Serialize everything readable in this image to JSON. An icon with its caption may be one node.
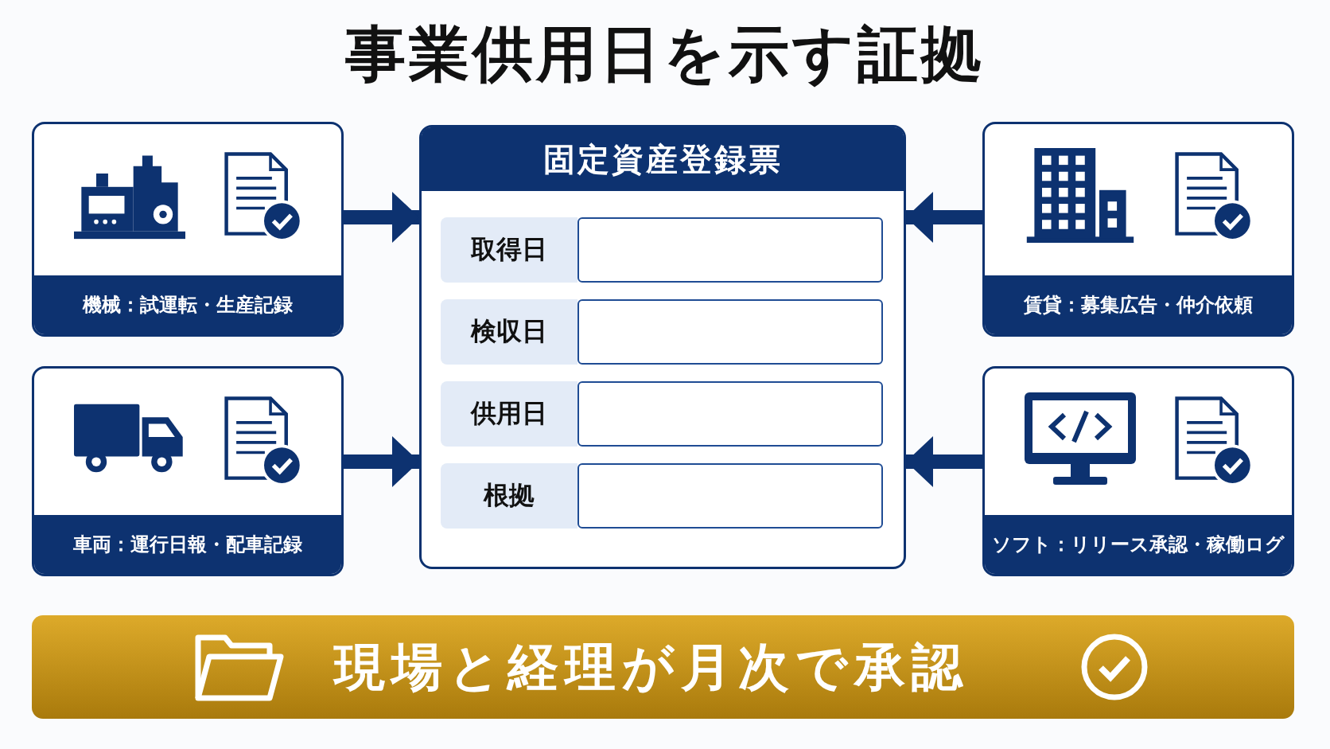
{
  "diagram": {
    "title": "事業供用日を示す証拠",
    "nodes": [
      {
        "text": [
          "機械：試運転・生産記録"
        ]
      },
      {
        "text": [
          "固定資産登録票"
        ]
      },
      {
        "text": [
          "取得日"
        ],
        "in": 1
      },
      {
        "text": [
          "検収日"
        ],
        "in": 1
      },
      {
        "text": [
          "供用日"
        ],
        "in": 1
      },
      {
        "text": [
          "根拠"
        ],
        "in": 1
      },
      {
        "text": [
          "賃貸：募集広告・仲介依頼"
        ]
      },
      {
        "text": [
          "車両：運行日報・配車記録"
        ]
      },
      {
        "text": [
          "ソフト：リリース承認・稼働ログ"
        ]
      },
      {
        "text": [
          "現場と経理が月次で承認"
        ]
      }
    ],
    "edges": [
      {
        "from": 0,
        "to": 1,
        "arrow": "to"
      },
      {
        "from": 7,
        "to": 1,
        "arrow": "to"
      },
      {
        "from": 6,
        "to": 1,
        "arrow": "to"
      },
      {
        "from": 8,
        "to": 1,
        "arrow": "to"
      }
    ]
  }
}
